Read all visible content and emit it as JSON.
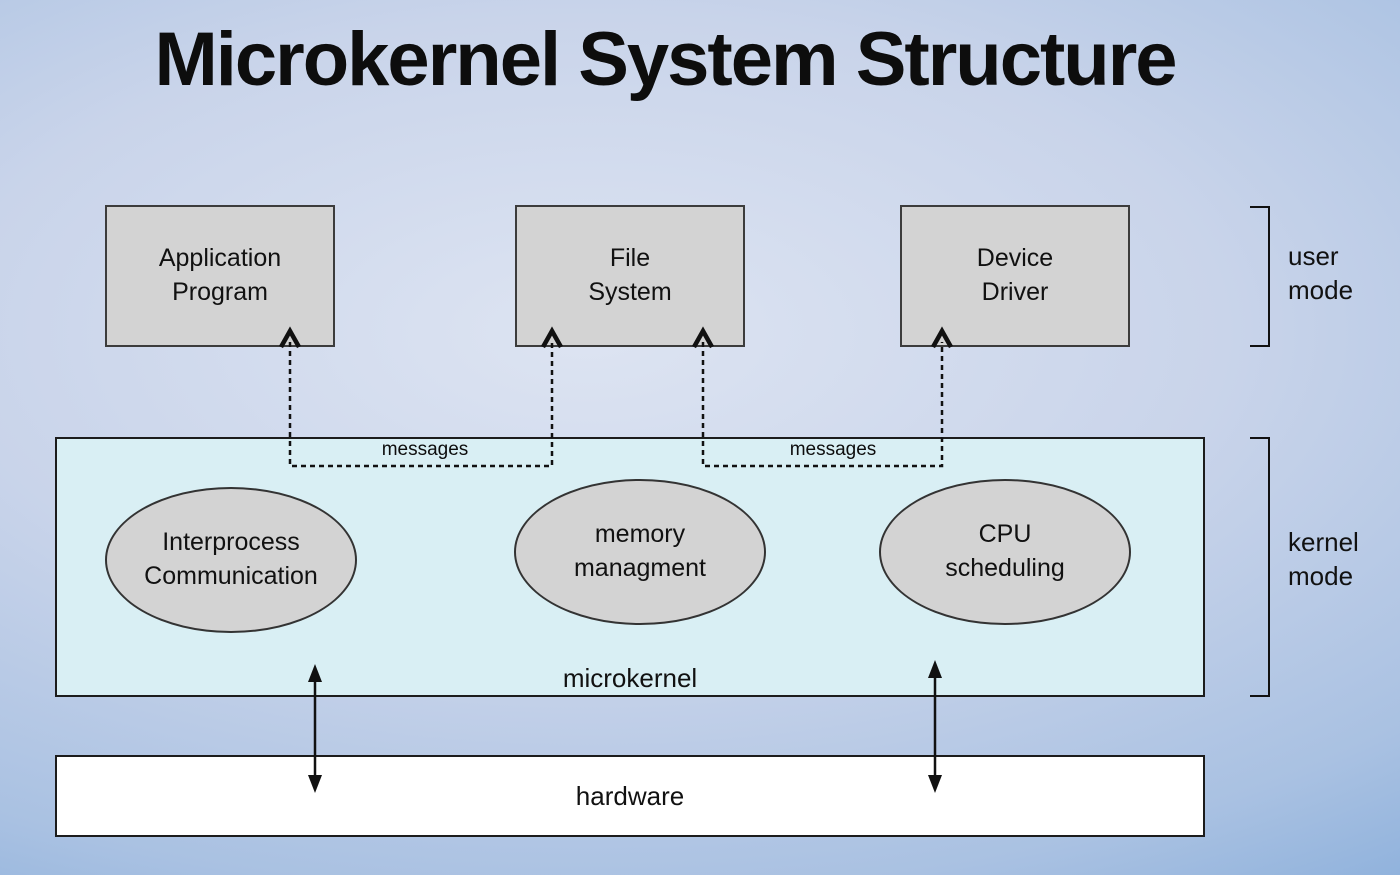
{
  "title": "Microkernel System Structure",
  "boxes": {
    "application": "Application\nProgram",
    "file_system": "File\nSystem",
    "device_driver": "Device\nDriver"
  },
  "modes": {
    "user": "user\nmode",
    "kernel": "kernel\nmode"
  },
  "kernel": {
    "label": "microkernel",
    "ellipses": {
      "ipc": "Interprocess\nCommunication",
      "memory": "memory\nmanagment",
      "cpu": "CPU\nscheduling"
    }
  },
  "messages": {
    "left": "messages",
    "right": "messages"
  },
  "hardware": {
    "label": "hardware"
  },
  "colors": {
    "box_fill": "#d3d3d3",
    "kernel_fill": "#d9eff4",
    "hardware_fill": "#ffffff",
    "outline": "#1c1c1c",
    "background_center": "#dde4f2",
    "background_edge": "#6c9bd2"
  }
}
